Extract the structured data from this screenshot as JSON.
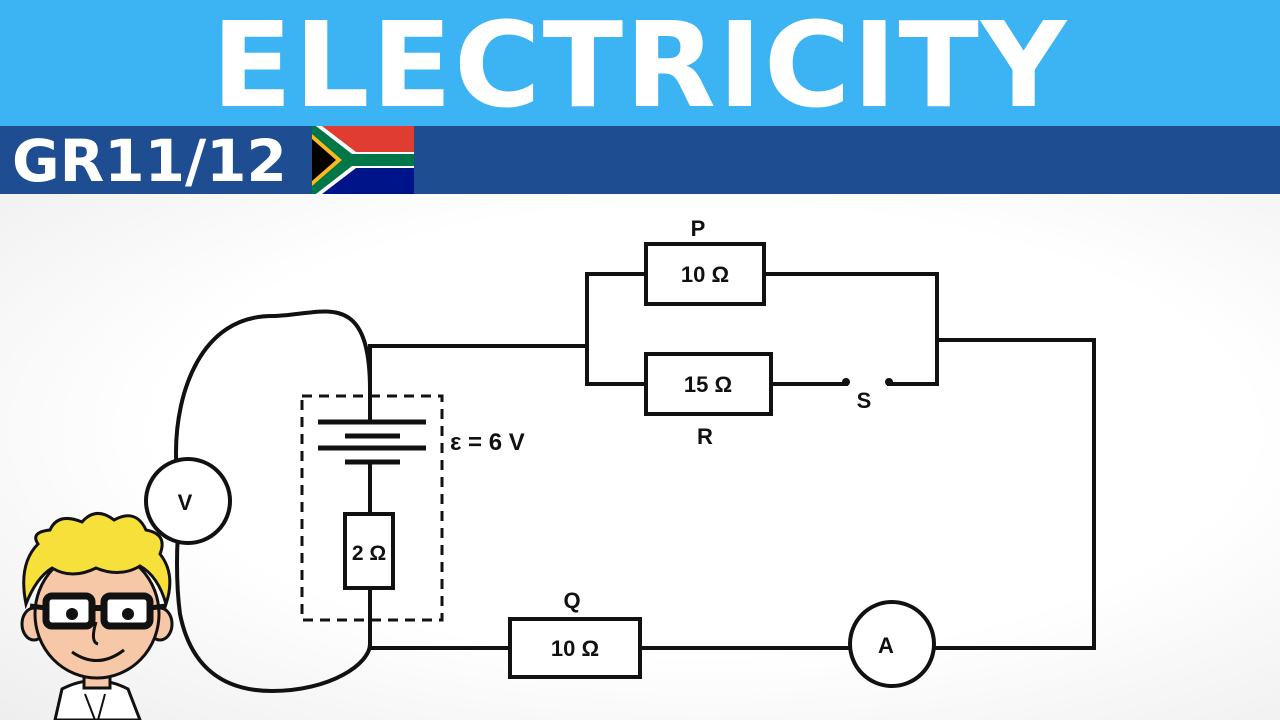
{
  "banner": {
    "title": "ELECTRICITY"
  },
  "grade": {
    "label": "GR11/12"
  },
  "flag": {
    "name": "south-africa-flag",
    "colors": {
      "red": "#e03c31",
      "blue": "#001489",
      "green": "#007749",
      "gold": "#ffb81c",
      "black": "#000000",
      "white": "#ffffff"
    }
  },
  "colors": {
    "banner": "#3cb3f3",
    "grade_bar": "#1e4d92",
    "wire": "#111111"
  },
  "circuit": {
    "resistor_p": {
      "label": "P",
      "value": "10 Ω"
    },
    "resistor_r": {
      "label": "R",
      "value": "15 Ω"
    },
    "resistor_q": {
      "label": "Q",
      "value": "10 Ω"
    },
    "internal_resistance": {
      "value": "2 Ω"
    },
    "emf": {
      "value": "ε = 6 V"
    },
    "switch": {
      "label": "S"
    },
    "voltmeter": {
      "label": "V"
    },
    "ammeter": {
      "label": "A"
    }
  }
}
